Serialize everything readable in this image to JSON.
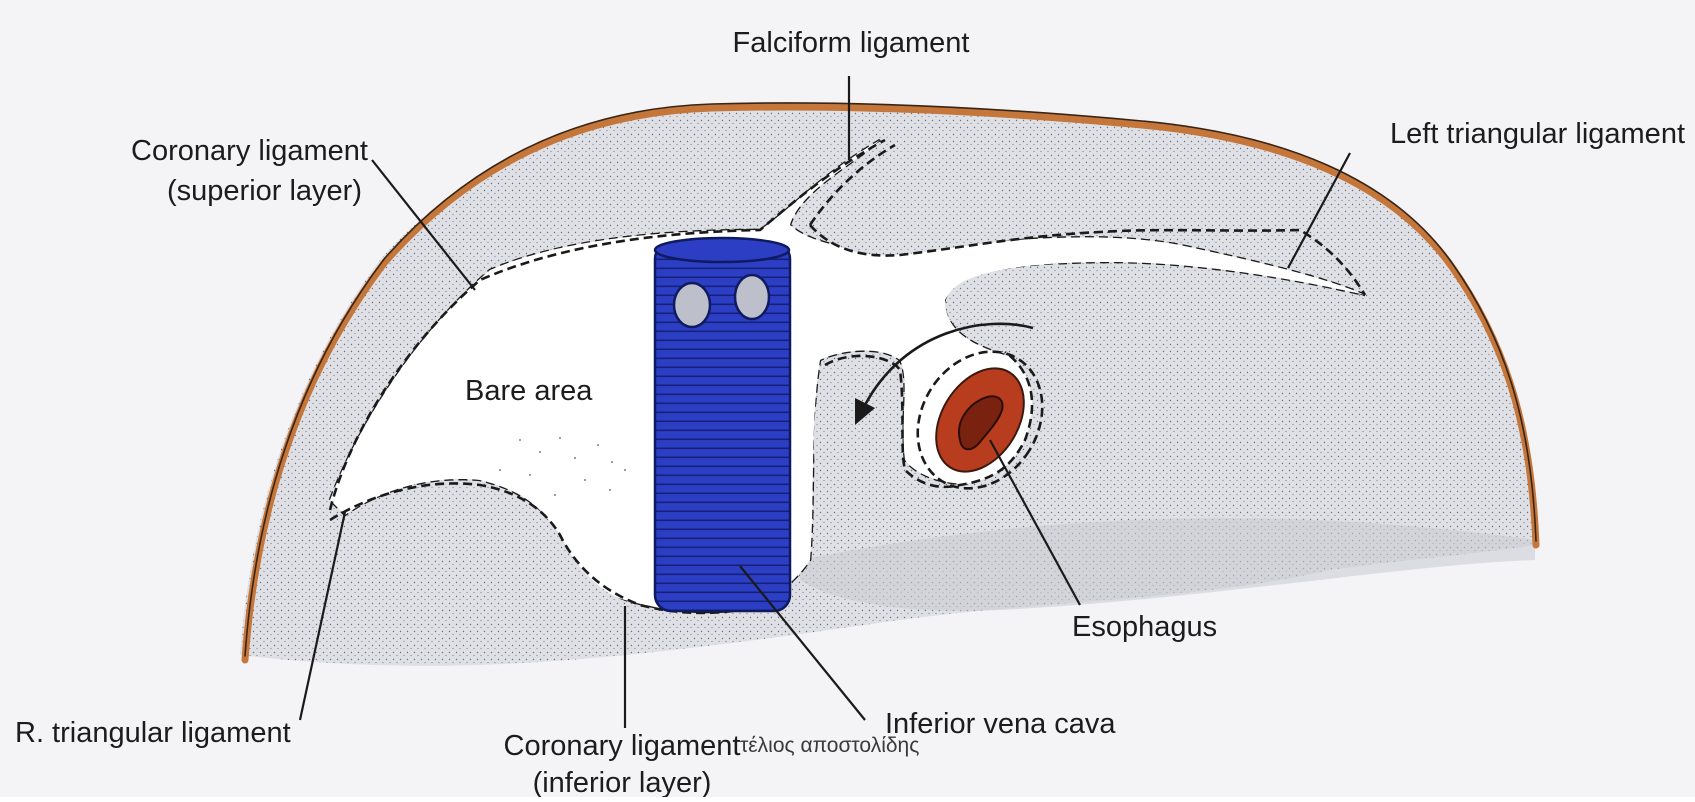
{
  "labels": {
    "falciform": "Falciform ligament",
    "left_triangular": "Left triangular ligament",
    "coronary_sup_1": "Coronary ligament",
    "coronary_sup_2": "(superior layer)",
    "bare_area": "Bare area",
    "esophagus": "Esophagus",
    "r_triangular": "R. triangular ligament",
    "coronary_inf_1": "Coronary ligament",
    "coronary_inf_2": "(inferior layer)",
    "ivc": "Inferior vena cava"
  },
  "watermark": "τέλιος αποστολίδης",
  "colors": {
    "capsule": "#c4763b",
    "liver": "#dcdde2",
    "ivc": "#2c3fc4",
    "esophagus": "#b83c1e"
  }
}
